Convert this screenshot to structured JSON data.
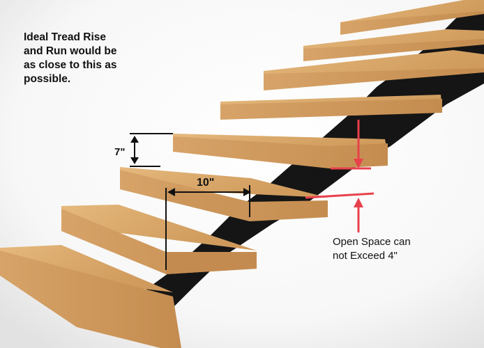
{
  "note": {
    "line1": "Ideal Tread Rise",
    "line2": "and Run would be",
    "line3": "as close to this as",
    "line4": "possible."
  },
  "dimensions": {
    "rise": "7\"",
    "run": "10\""
  },
  "warning": {
    "line1": "Open Space can",
    "line2": "not Exceed 4\""
  },
  "colors": {
    "wood": "#d9a86a",
    "wood_side": "#c08a4c",
    "stringer": "#151515",
    "dimension_line": "#111111",
    "warning_marker": "#e8414c"
  }
}
